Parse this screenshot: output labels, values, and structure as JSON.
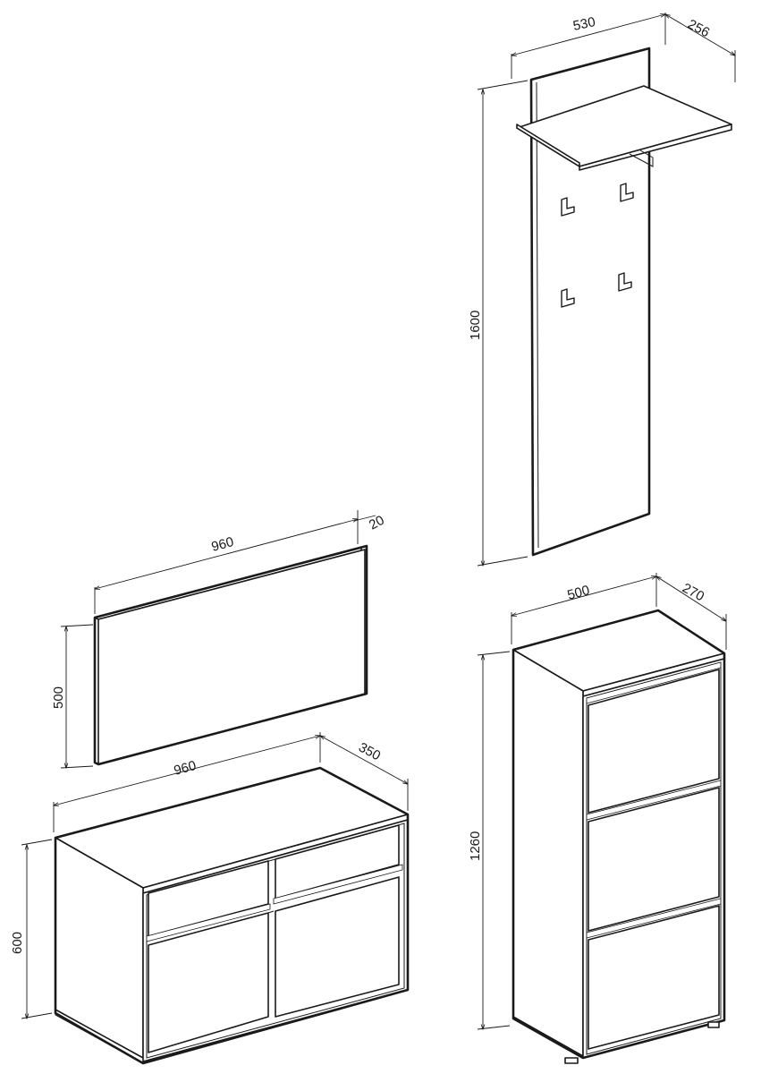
{
  "dimensions": {
    "panel_width": "530",
    "panel_depth": "256",
    "panel_height": "1600",
    "mirror_width": "960",
    "mirror_depth": "20",
    "mirror_height": "500",
    "sideboard_width": "960",
    "sideboard_depth": "350",
    "sideboard_height": "600",
    "cabinet_width": "500",
    "cabinet_depth": "270",
    "cabinet_height": "1260"
  }
}
